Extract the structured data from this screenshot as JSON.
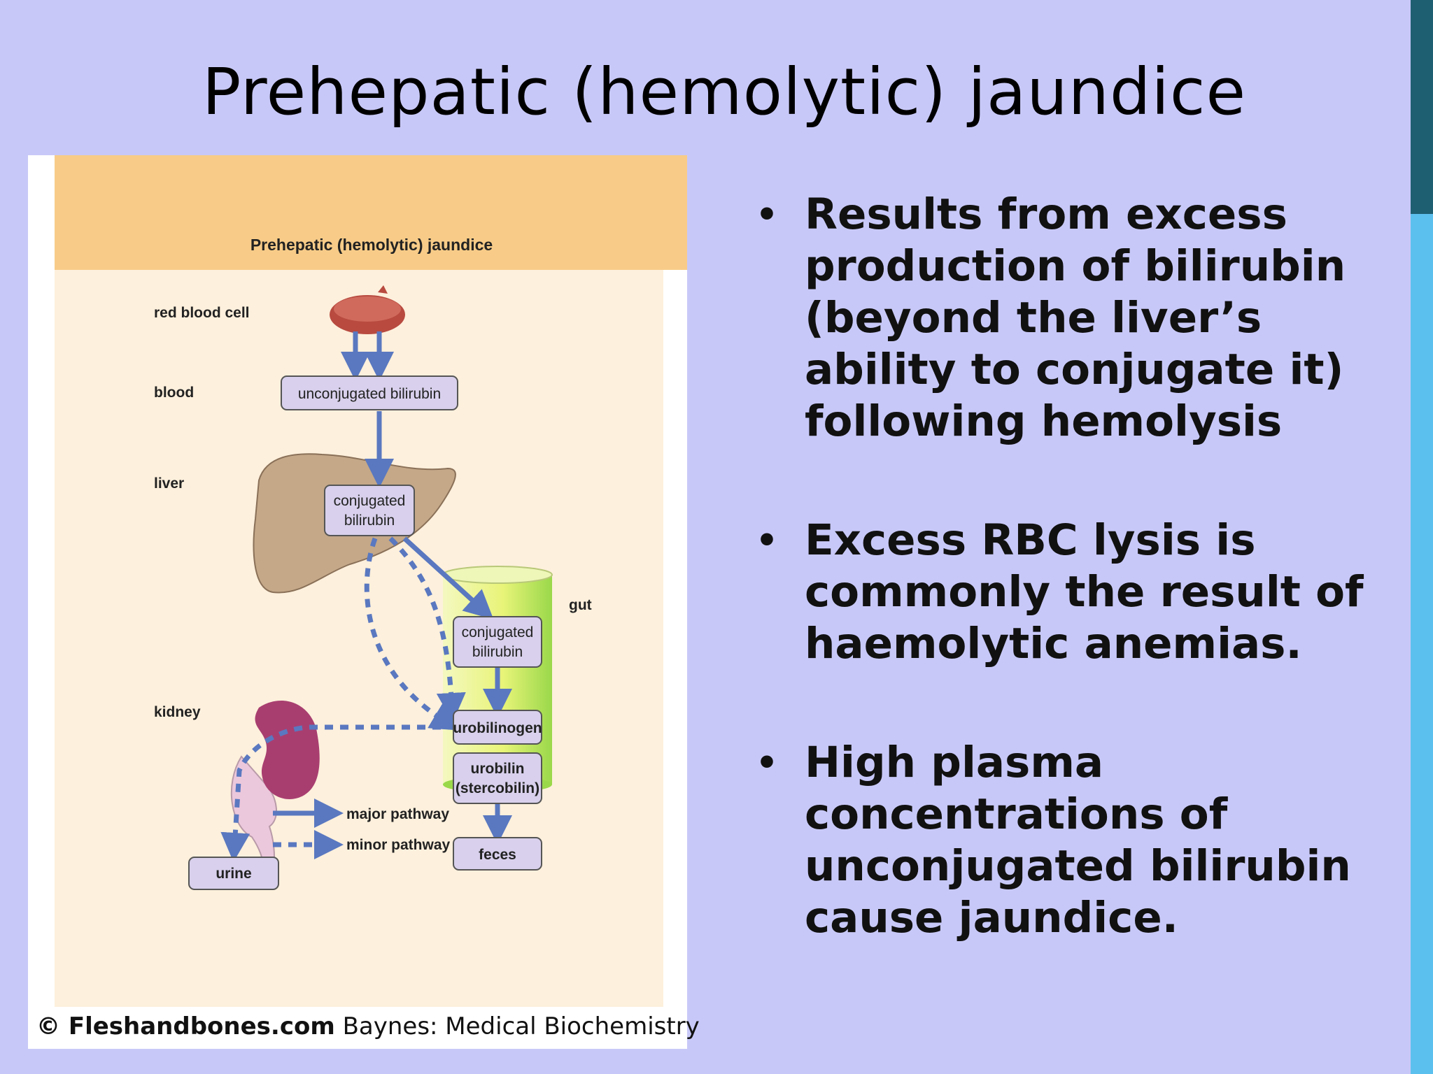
{
  "slide": {
    "title": "Prehepatic (hemolytic) jaundice"
  },
  "figure": {
    "header": "Prehepatic (hemolytic) jaundice",
    "row_labels": [
      "red blood cell",
      "blood",
      "liver",
      "gut",
      "kidney"
    ],
    "boxes": {
      "unconjugated_bilirubin": "unconjugated bilirubin",
      "conjugated_bilirubin_liver": [
        "conjugated",
        "bilirubin"
      ],
      "conjugated_bilirubin_gut": [
        "conjugated",
        "bilirubin"
      ],
      "urobilinogen": "urobilinogen",
      "urobilin": [
        "urobilin",
        "(stercobilin)"
      ],
      "feces": "feces",
      "urine": "urine"
    },
    "legend": {
      "major": "major pathway",
      "minor": "minor pathway"
    },
    "credit_site": "© Fleshandbones.com",
    "credit_book": " Baynes: Medical Biochemistry"
  },
  "bullets": [
    "Results from excess production of bilirubin (beyond the liver’s ability to conjugate it) following hemolysis",
    "Excess RBC lysis is commonly the result of haemolytic anemias.",
    "High plasma concentrations of unconjugated bilirubin cause jaundice."
  ],
  "colors": {
    "background": "#c8c8f8",
    "arrow": "#5a78c0",
    "box_fill": "#d8d0ec",
    "header_band": "#f8cc88"
  }
}
